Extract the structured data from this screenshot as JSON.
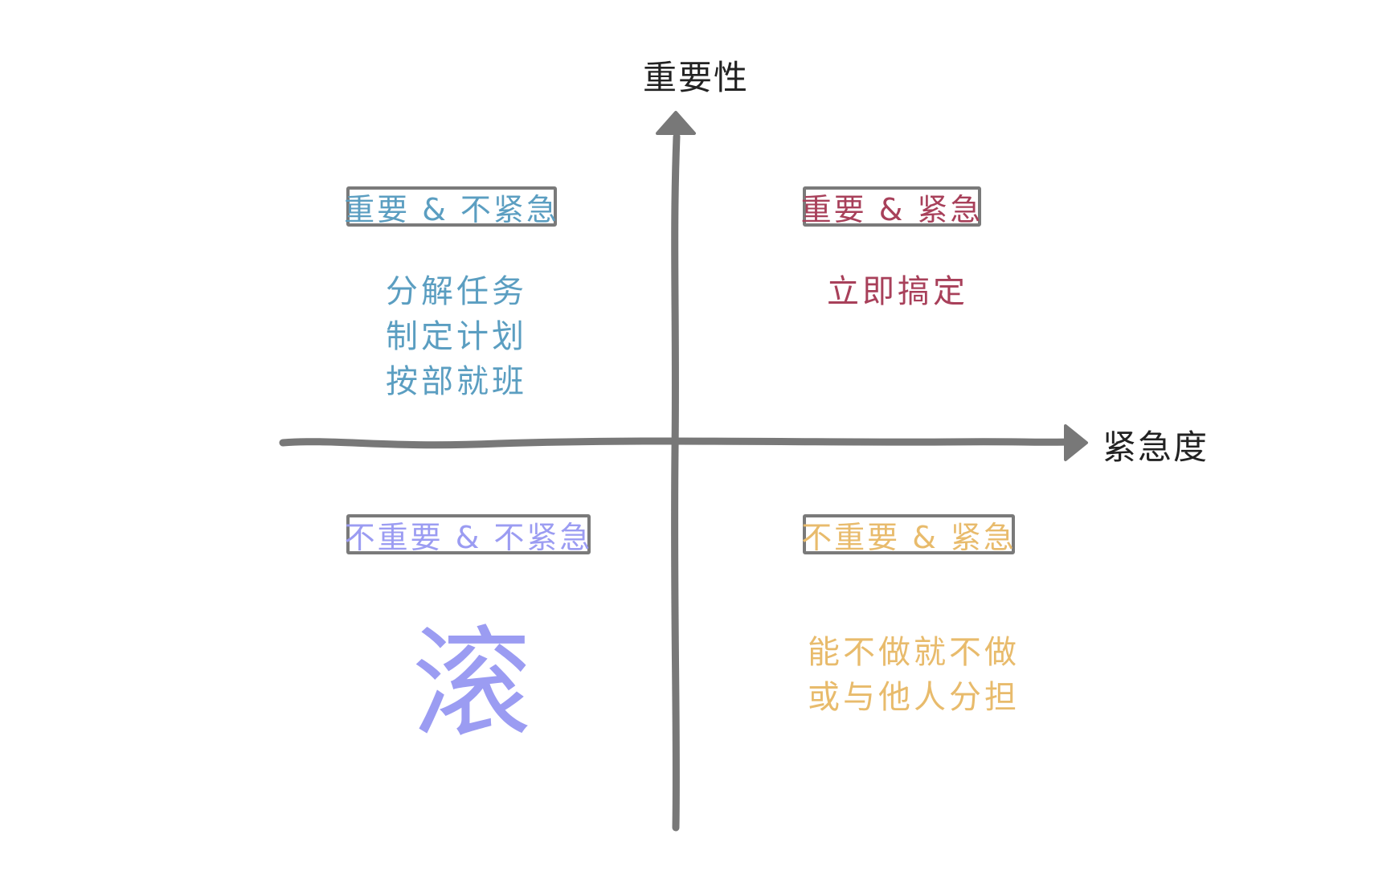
{
  "axes": {
    "y_label": "重要性",
    "x_label": "紧急度",
    "color": "#787878"
  },
  "quadrants": {
    "top_left": {
      "tag": "重要 & 不紧急",
      "color": "#5b9ec1",
      "lines": [
        "分解任务",
        "制定计划",
        "按部就班"
      ]
    },
    "top_right": {
      "tag": "重要 & 紧急",
      "color": "#a8405a",
      "lines": [
        "立即搞定"
      ]
    },
    "bottom_left": {
      "tag": "不重要 & 不紧急",
      "color": "#9b9cf2",
      "big_char": "滚"
    },
    "bottom_right": {
      "tag": "不重要 & 紧急",
      "color": "#e8bb6c",
      "lines": [
        "能不做就不做",
        "或与他人分担"
      ]
    }
  }
}
